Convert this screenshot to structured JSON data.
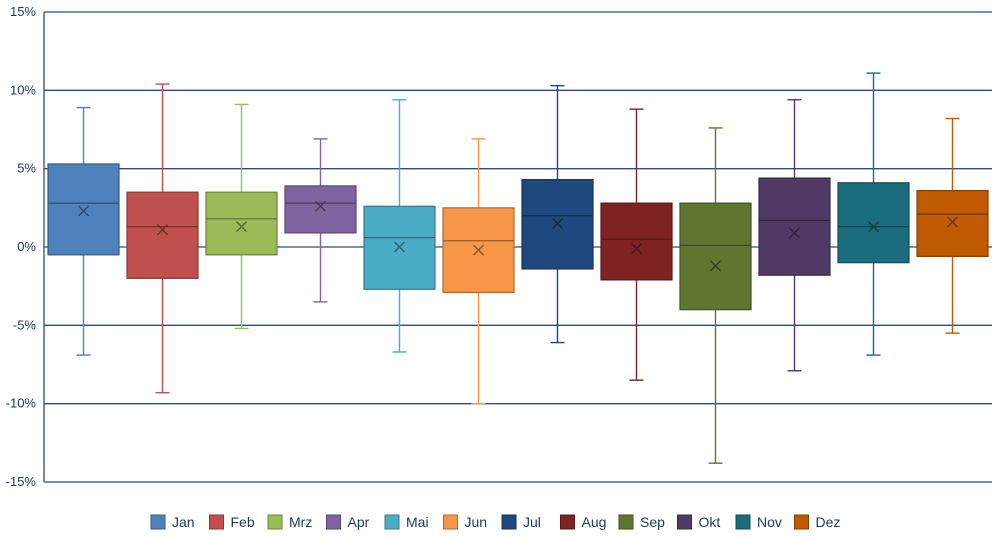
{
  "chart_data": {
    "type": "box",
    "title": "",
    "xlabel": "",
    "ylabel": "",
    "ylim": [
      -15,
      15
    ],
    "y_ticks": [
      "15%",
      "10%",
      "5%",
      "0%",
      "-5%",
      "-10%",
      "-15%"
    ],
    "y_tick_values": [
      15,
      10,
      5,
      0,
      -5,
      -10,
      -15
    ],
    "grid": true,
    "legend_position": "bottom",
    "categories": [
      "Jan",
      "Feb",
      "Mrz",
      "Apr",
      "Mai",
      "Jun",
      "Jul",
      "Aug",
      "Sep",
      "Okt",
      "Nov",
      "Dez"
    ],
    "series": [
      {
        "name": "Jan",
        "color": "#4f81bd",
        "min": -6.9,
        "q1": -0.5,
        "median": 2.8,
        "q3": 5.3,
        "max": 8.9,
        "mean": 2.3
      },
      {
        "name": "Feb",
        "color": "#c0504d",
        "min": -9.3,
        "q1": -2.0,
        "median": 1.3,
        "q3": 3.5,
        "max": 10.4,
        "mean": 1.1
      },
      {
        "name": "Mrz",
        "color": "#9bbb59",
        "min": -5.2,
        "q1": -0.5,
        "median": 1.8,
        "q3": 3.5,
        "max": 9.1,
        "mean": 1.3
      },
      {
        "name": "Apr",
        "color": "#8064a2",
        "min": -3.5,
        "q1": 0.9,
        "median": 2.8,
        "q3": 3.9,
        "max": 6.9,
        "mean": 2.6
      },
      {
        "name": "Mai",
        "color": "#4bacc6",
        "min": -6.7,
        "q1": -2.7,
        "median": 0.6,
        "q3": 2.6,
        "max": 9.4,
        "mean": 0.0
      },
      {
        "name": "Jun",
        "color": "#f79646",
        "min": -10.0,
        "q1": -2.9,
        "median": 0.4,
        "q3": 2.5,
        "max": 6.9,
        "mean": -0.2
      },
      {
        "name": "Jul",
        "color": "#1f497d",
        "min": -6.1,
        "q1": -1.4,
        "median": 2.0,
        "q3": 4.3,
        "max": 10.3,
        "mean": 1.5
      },
      {
        "name": "Aug",
        "color": "#7f2224",
        "min": -8.5,
        "q1": -2.1,
        "median": 0.5,
        "q3": 2.8,
        "max": 8.8,
        "mean": -0.1
      },
      {
        "name": "Sep",
        "color": "#5f7530",
        "min": -13.8,
        "q1": -4.0,
        "median": 0.1,
        "q3": 2.8,
        "max": 7.6,
        "mean": -1.2
      },
      {
        "name": "Okt",
        "color": "#4f3a66",
        "min": -7.9,
        "q1": -1.8,
        "median": 1.7,
        "q3": 4.4,
        "max": 9.4,
        "mean": 0.9
      },
      {
        "name": "Nov",
        "color": "#1b6d7e",
        "min": -6.9,
        "q1": -1.0,
        "median": 1.3,
        "q3": 4.1,
        "max": 11.1,
        "mean": 1.3
      },
      {
        "name": "Dez",
        "color": "#c05a00",
        "min": -5.5,
        "q1": -0.6,
        "median": 2.1,
        "q3": 3.6,
        "max": 8.2,
        "mean": 1.6
      }
    ]
  }
}
